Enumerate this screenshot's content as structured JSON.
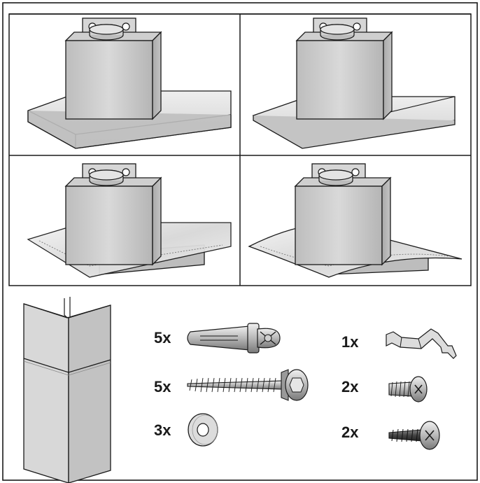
{
  "parts": [
    {
      "quantity": "5x",
      "icon": "wall-plug-icon"
    },
    {
      "quantity": "5x",
      "icon": "wood-screw-icon"
    },
    {
      "quantity": "3x",
      "icon": "washer-icon"
    },
    {
      "quantity": "1x",
      "icon": "bracket-icon"
    },
    {
      "quantity": "2x",
      "icon": "short-screw-icon"
    },
    {
      "quantity": "2x",
      "icon": "black-screw-icon"
    }
  ],
  "colors": {
    "line": "#1a1a1a",
    "metal_light": "#e8e8e8",
    "metal_mid": "#cfcfcf",
    "metal_dark": "#a8a8a8"
  }
}
